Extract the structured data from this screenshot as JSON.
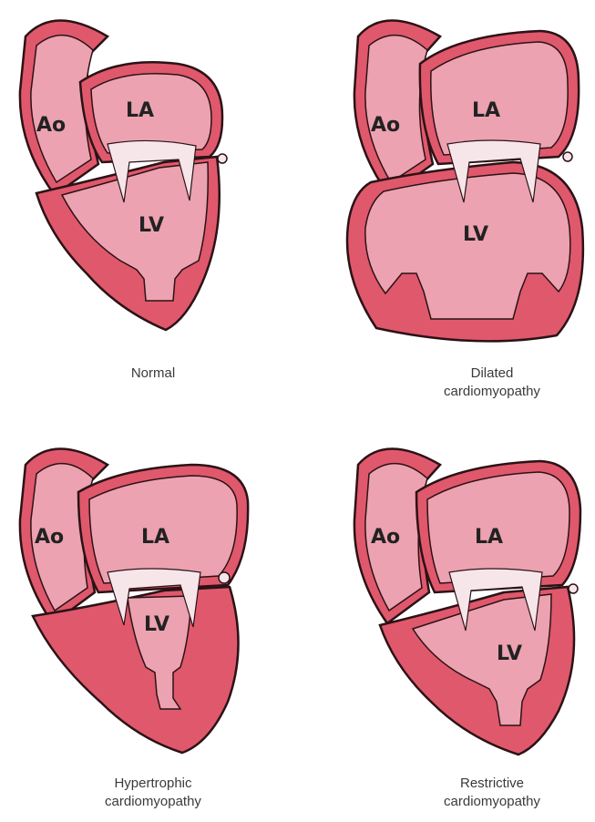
{
  "panels": [
    {
      "chambers": {
        "aorta": "Ao",
        "atrium": "LA",
        "ventricle": "LV"
      },
      "caption_lines": [
        "Normal"
      ]
    },
    {
      "chambers": {
        "aorta": "Ao",
        "atrium": "LA",
        "ventricle": "LV"
      },
      "caption_lines": [
        "Dilated",
        "cardiomyopathy"
      ]
    },
    {
      "chambers": {
        "aorta": "Ao",
        "atrium": "LA",
        "ventricle": "LV"
      },
      "caption_lines": [
        "Hypertrophic",
        "cardiomyopathy"
      ]
    },
    {
      "chambers": {
        "aorta": "Ao",
        "atrium": "LA",
        "ventricle": "LV"
      },
      "caption_lines": [
        "Restrictive",
        "cardiomyopathy"
      ]
    }
  ],
  "colors": {
    "wall": "#e0586c",
    "chamber": "#eca2b0",
    "chamber_dark": "#dd8c9d",
    "outline": "#2b1216",
    "valve": "#f6e6ea"
  }
}
